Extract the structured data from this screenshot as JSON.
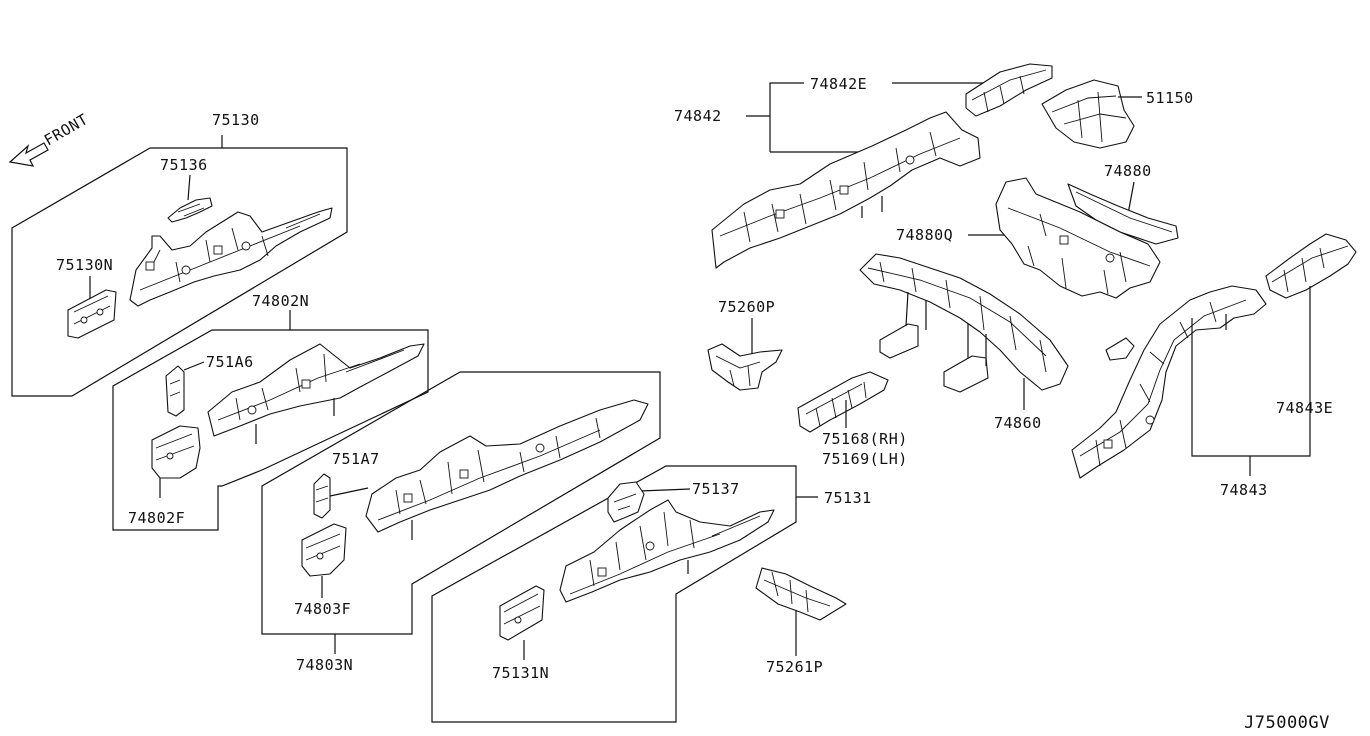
{
  "diagram_code": "J75000GV",
  "front_label": "FRONT",
  "colors": {
    "line": "#111111",
    "background": "#ffffff"
  },
  "labels": {
    "p75130": "75130",
    "p75136": "75136",
    "p75130N": "75130N",
    "p74802N": "74802N",
    "p751A6": "751A6",
    "p74802F": "74802F",
    "p751A7": "751A7",
    "p74803F": "74803F",
    "p74803N": "74803N",
    "p75137": "75137",
    "p75131": "75131",
    "p75131N": "75131N",
    "p75261P": "75261P",
    "p75260P": "75260P",
    "p75168": "75168(RH)",
    "p75169": "75169(LH)",
    "p74842": "74842",
    "p74842E": "74842E",
    "p51150": "51150",
    "p74880": "74880",
    "p74880Q": "74880Q",
    "p74860": "74860",
    "p74843E": "74843E",
    "p74843": "74843"
  }
}
